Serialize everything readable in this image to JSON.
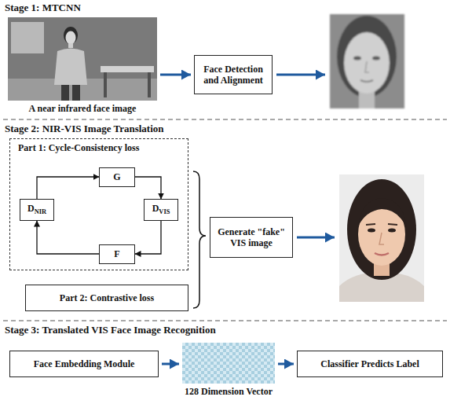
{
  "diagram": {
    "nodes": [
      {
        "text": [
          "A near infrared face image"
        ]
      },
      {
        "text": [
          "Face Detection and Alignment"
        ]
      },
      {
        "text": [
          "Part 1: Cycle-Consistency loss"
        ]
      },
      {
        "text": [
          "G"
        ],
        "in": 2
      },
      {
        "text": [
          "DNIR"
        ],
        "in": 2
      },
      {
        "text": [
          "DVIS"
        ],
        "in": 2
      },
      {
        "text": [
          "F"
        ],
        "in": 2
      },
      {
        "text": [
          "Part 2: Contrastive loss"
        ]
      },
      {
        "text": [
          "Generate \"fake\" VIS image"
        ]
      },
      {
        "text": [
          "Face Embedding Module"
        ]
      },
      {
        "text": [
          "128 Dimension Vector"
        ]
      },
      {
        "text": [
          "Classifier Predicts Label"
        ]
      }
    ],
    "edges": [
      {
        "from": 0,
        "to": 1,
        "arrow": "to"
      },
      {
        "from": 4,
        "to": 3,
        "arrow": "to"
      },
      {
        "from": 3,
        "to": 5,
        "arrow": "to"
      },
      {
        "from": 5,
        "to": 6,
        "arrow": "to"
      },
      {
        "from": 6,
        "to": 4,
        "arrow": "to"
      },
      {
        "from": 9,
        "to": 10,
        "arrow": "to"
      },
      {
        "from": 10,
        "to": 11,
        "arrow": "to"
      }
    ],
    "labels": [
      "Stage 1: MTCNN",
      "Stage 2: NIR-VIS Image Translation",
      "Stage 3: Translated VIS Face Image Recognition"
    ]
  }
}
